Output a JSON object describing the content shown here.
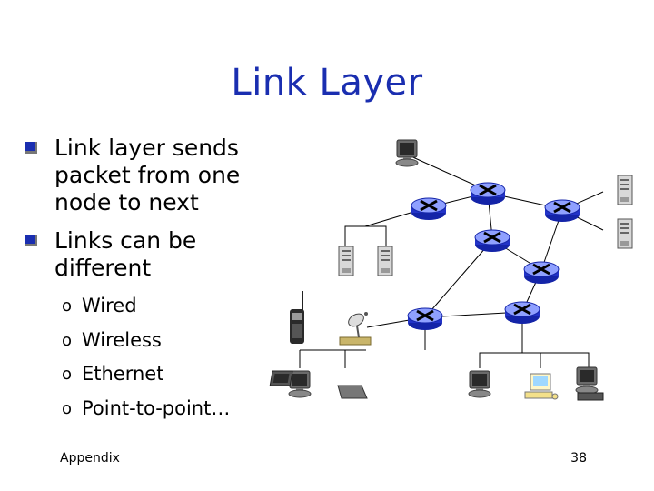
{
  "slide": {
    "title": "Link Layer",
    "bullets": [
      "Link layer sends packet from one node to next",
      "Links can be different"
    ],
    "sub_bullets": [
      "Wired",
      "Wireless",
      "Ethernet",
      "Point-to-point…"
    ],
    "sub_marker": "o",
    "footer": "Appendix",
    "page_number": "38"
  },
  "colors": {
    "title": "#1a2eb0",
    "bullet": "#1a2eb0",
    "router_fill": "#2233c8",
    "router_top": "#8fa0ff"
  },
  "diagram": {
    "icons": [
      "desktop-icon",
      "router-icon",
      "server-icon",
      "cell-phone-icon",
      "satellite-dish-icon",
      "laptop-icon",
      "workstation-icon"
    ]
  }
}
